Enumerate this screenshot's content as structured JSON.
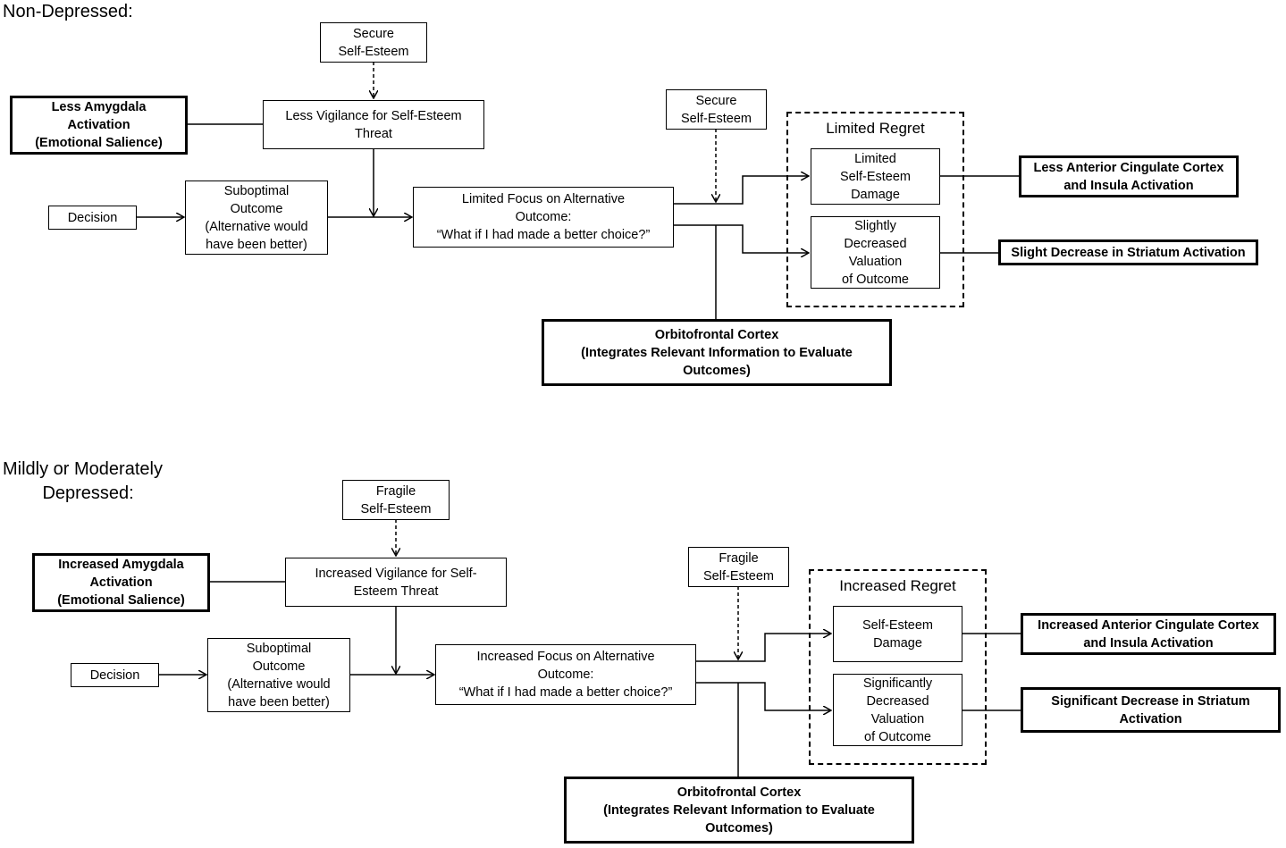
{
  "panels": [
    {
      "heading": "Non-Depressed:",
      "self_esteem_top": "Secure\nSelf-Esteem",
      "amygdala": "Less Amygdala\nActivation\n(Emotional Salience)",
      "vigilance": "Less Vigilance for Self-Esteem\nThreat",
      "decision": "Decision",
      "suboptimal": "Suboptimal\nOutcome\n(Alternative would\nhave been better)",
      "focus": "Limited Focus on Alternative\nOutcome:\n“What if I had made a better choice?”",
      "self_esteem_mid": "Secure\nSelf-Esteem",
      "regret_title": "Limited Regret",
      "damage": "Limited\nSelf-Esteem\nDamage",
      "valuation": "Slightly\nDecreased\nValuation\nof Outcome",
      "acc": "Less Anterior Cingulate Cortex\nand Insula Activation",
      "striatum": "Slight Decrease in Striatum Activation",
      "ofc": "Orbitofrontal Cortex\n(Integrates Relevant Information to Evaluate\nOutcomes)"
    },
    {
      "heading": "Mildly or Moderately\n        Depressed:",
      "self_esteem_top": "Fragile\nSelf-Esteem",
      "amygdala": "Increased Amygdala\nActivation\n(Emotional Salience)",
      "vigilance": "Increased Vigilance for Self-\nEsteem Threat",
      "decision": "Decision",
      "suboptimal": "Suboptimal\nOutcome\n(Alternative would\nhave been better)",
      "focus": "Increased Focus on Alternative\nOutcome:\n“What if I had made a better choice?”",
      "self_esteem_mid": "Fragile\nSelf-Esteem",
      "regret_title": "Increased Regret",
      "damage": "Self-Esteem\nDamage",
      "valuation": "Significantly\nDecreased\nValuation\nof Outcome",
      "acc": "Increased Anterior Cingulate Cortex\nand Insula Activation",
      "striatum": "Significant Decrease in Striatum\nActivation",
      "ofc": "Orbitofrontal Cortex\n(Integrates Relevant Information to Evaluate\nOutcomes)"
    }
  ]
}
